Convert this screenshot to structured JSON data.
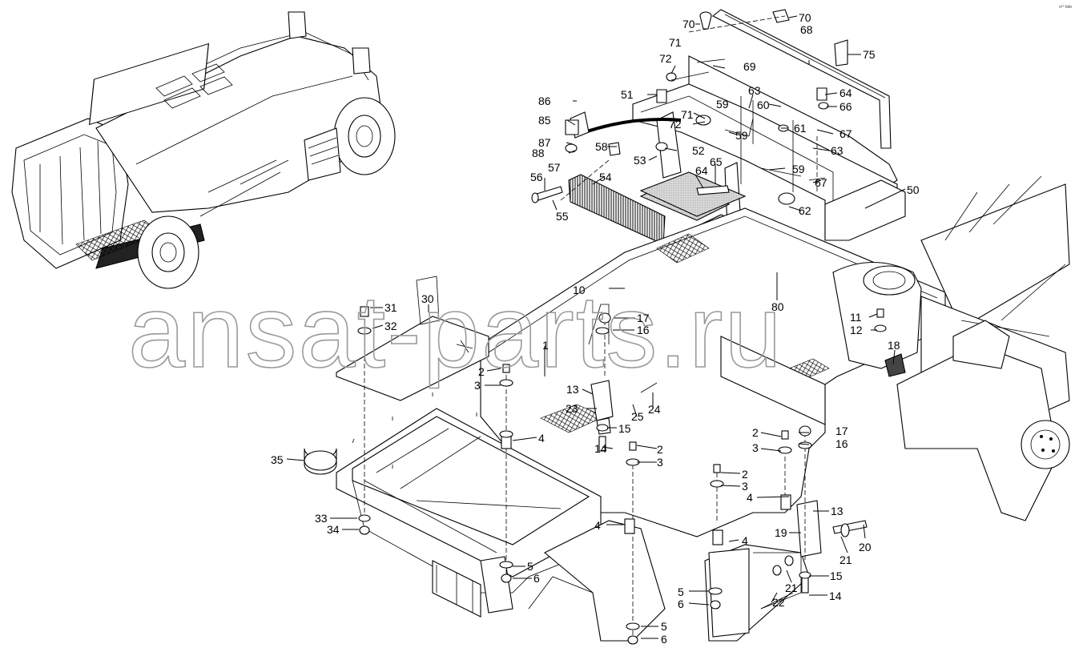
{
  "watermark": "ansat-parts.ru",
  "corner_mark": "o²⁰ bde",
  "callouts": [
    {
      "id": "c70a",
      "text": "70"
    },
    {
      "id": "c70b",
      "text": "70"
    },
    {
      "id": "c68",
      "text": "68"
    },
    {
      "id": "c75",
      "text": "75"
    },
    {
      "id": "c71a",
      "text": "71"
    },
    {
      "id": "c72a",
      "text": "72"
    },
    {
      "id": "c69",
      "text": "69"
    },
    {
      "id": "c63a",
      "text": "63"
    },
    {
      "id": "c64a",
      "text": "64"
    },
    {
      "id": "c66",
      "text": "66"
    },
    {
      "id": "c86",
      "text": "86"
    },
    {
      "id": "c51",
      "text": "51"
    },
    {
      "id": "c59a",
      "text": "59"
    },
    {
      "id": "c60",
      "text": "60"
    },
    {
      "id": "c71b",
      "text": "71"
    },
    {
      "id": "c72b",
      "text": "72"
    },
    {
      "id": "c61",
      "text": "61"
    },
    {
      "id": "c67a",
      "text": "67"
    },
    {
      "id": "c85",
      "text": "85"
    },
    {
      "id": "c59b",
      "text": "59"
    },
    {
      "id": "c87",
      "text": "87"
    },
    {
      "id": "c58",
      "text": "58"
    },
    {
      "id": "c52",
      "text": "52"
    },
    {
      "id": "c63b",
      "text": "63"
    },
    {
      "id": "c88",
      "text": "88"
    },
    {
      "id": "c53",
      "text": "53"
    },
    {
      "id": "c59c",
      "text": "59"
    },
    {
      "id": "c56",
      "text": "56"
    },
    {
      "id": "c57",
      "text": "57"
    },
    {
      "id": "c54",
      "text": "54"
    },
    {
      "id": "c64b",
      "text": "64"
    },
    {
      "id": "c65",
      "text": "65"
    },
    {
      "id": "c67b",
      "text": "67"
    },
    {
      "id": "c55",
      "text": "55"
    },
    {
      "id": "c62",
      "text": "62"
    },
    {
      "id": "c50",
      "text": "50"
    },
    {
      "id": "c10",
      "text": "10"
    },
    {
      "id": "c80",
      "text": "80"
    },
    {
      "id": "c11",
      "text": "11"
    },
    {
      "id": "c12",
      "text": "12"
    },
    {
      "id": "c31",
      "text": "31"
    },
    {
      "id": "c30",
      "text": "30"
    },
    {
      "id": "c32",
      "text": "32"
    },
    {
      "id": "c17a",
      "text": "17"
    },
    {
      "id": "c16a",
      "text": "16"
    },
    {
      "id": "c18",
      "text": "18"
    },
    {
      "id": "c1",
      "text": "1"
    },
    {
      "id": "c2a",
      "text": "2"
    },
    {
      "id": "c3a",
      "text": "3"
    },
    {
      "id": "c13a",
      "text": "13"
    },
    {
      "id": "c24",
      "text": "24"
    },
    {
      "id": "c23",
      "text": "23"
    },
    {
      "id": "c25",
      "text": "25"
    },
    {
      "id": "c15a",
      "text": "15"
    },
    {
      "id": "c4a",
      "text": "4"
    },
    {
      "id": "c2b",
      "text": "2"
    },
    {
      "id": "c14a",
      "text": "14"
    },
    {
      "id": "c2c",
      "text": "2"
    },
    {
      "id": "c3b",
      "text": "3"
    },
    {
      "id": "c17b",
      "text": "17"
    },
    {
      "id": "c3c",
      "text": "3"
    },
    {
      "id": "c16b",
      "text": "16"
    },
    {
      "id": "c35",
      "text": "35"
    },
    {
      "id": "c2d",
      "text": "2"
    },
    {
      "id": "c3d",
      "text": "3"
    },
    {
      "id": "c4b",
      "text": "4"
    },
    {
      "id": "c13b",
      "text": "13"
    },
    {
      "id": "c33",
      "text": "33"
    },
    {
      "id": "c34",
      "text": "34"
    },
    {
      "id": "c4c",
      "text": "4"
    },
    {
      "id": "c19",
      "text": "19"
    },
    {
      "id": "c4d",
      "text": "4"
    },
    {
      "id": "c21a",
      "text": "21"
    },
    {
      "id": "c20",
      "text": "20"
    },
    {
      "id": "c5a",
      "text": "5"
    },
    {
      "id": "c6a",
      "text": "6"
    },
    {
      "id": "c15b",
      "text": "15"
    },
    {
      "id": "c21b",
      "text": "21"
    },
    {
      "id": "c5b",
      "text": "5"
    },
    {
      "id": "c22",
      "text": "22"
    },
    {
      "id": "c14b",
      "text": "14"
    },
    {
      "id": "c6b",
      "text": "6"
    },
    {
      "id": "c5c",
      "text": "5"
    },
    {
      "id": "c6c",
      "text": "6"
    }
  ]
}
